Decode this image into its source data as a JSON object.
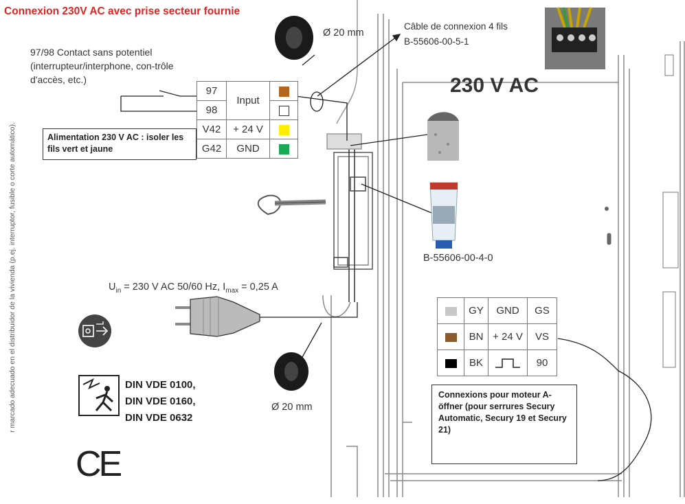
{
  "title": "Connexion 230V AC avec prise secteur fournie",
  "contact_text": "97/98 Contact sans potentiel (interrupteur/interphone, con-trôle d'accès, etc.)",
  "alimentation_text": "Alimentation 230 V AC : isoler les fils vert et jaune",
  "connector_table": {
    "rows": [
      {
        "term": "97",
        "label": "Input",
        "color": "#b5651d",
        "border": "#b5651d"
      },
      {
        "term": "98",
        "label": "",
        "color": "#ffffff",
        "border": "#333333"
      },
      {
        "term": "V42",
        "label": "+ 24 V",
        "color": "#ffee00",
        "border": "#ffee00"
      },
      {
        "term": "G42",
        "label": "GND",
        "color": "#1aaa55",
        "border": "#1aaa55"
      }
    ]
  },
  "cable": {
    "name": "Câble de connexion 4 fils",
    "part_number": "B-55606-00-5-1"
  },
  "voltage_label": "230 V AC",
  "part_number_2": "B-55606-00-4-0",
  "diameter_top": "Ø 20 mm",
  "diameter_bottom": "Ø 20 mm",
  "uin_label": {
    "u": "U",
    "u_sub": "in",
    "mid": " = 230 V AC 50/60 Hz, I",
    "i_sub": "max",
    "end": " = 0,25 A"
  },
  "motor_table": {
    "rows": [
      {
        "color": "#c8c8c8",
        "code": "GY",
        "signal": "GND",
        "pin": "GS"
      },
      {
        "color": "#8b5a2b",
        "code": "BN",
        "signal": "+ 24 V",
        "pin": "VS"
      },
      {
        "color": "#000000",
        "code": "BK",
        "signal": "",
        "pin": "90"
      }
    ]
  },
  "motor_text": "Connexions pour moteur A-öffner (pour serrures Secury Automatic, Secury 19 et Secury 21)",
  "din_lines": [
    "DIN VDE 0100,",
    "DIN VDE 0160,",
    "DIN VDE 0632"
  ],
  "ce_mark": "CE",
  "vertical_text": "r marcado adecuado en el distribuidor de la vivienda (p.ej. interruptor, fusible o corte automático).",
  "icons": [
    "door-frame",
    "cable-tie-icon",
    "plug-icon",
    "unplug-warning-icon",
    "electric-shock-warning-icon",
    "grommet-icon",
    "glue-tube-icon",
    "stone-sample-icon",
    "terminal-block-photo"
  ]
}
